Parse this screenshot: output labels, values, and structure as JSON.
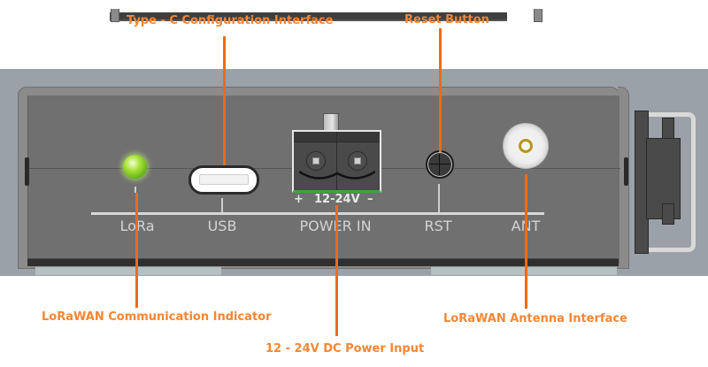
{
  "diagram": {
    "subject": "LoRaWAN gateway front panel",
    "accent_color": "#f58634",
    "led_color": "#8fd62a",
    "callouts": {
      "usb": "Type - C Configuration Interface",
      "reset": "Reset Button",
      "lora_indicator": "LoRaWAN Communication Indicator",
      "power": "12 - 24V DC Power Input",
      "antenna": "LoRaWAN Antenna Interface"
    },
    "panel_labels": {
      "lora": "LoRa",
      "usb": "USB",
      "power": "POWER IN",
      "rst": "RST",
      "ant": "ANT"
    },
    "power_terminal": {
      "plus": "+",
      "voltage": "12-24V",
      "minus": "–"
    },
    "icons": {
      "led": "status-led-icon",
      "usb": "usb-c-port-icon",
      "terminal": "screw-terminal-icon",
      "reset": "reset-button-icon",
      "antenna": "antenna-connector-icon"
    }
  }
}
